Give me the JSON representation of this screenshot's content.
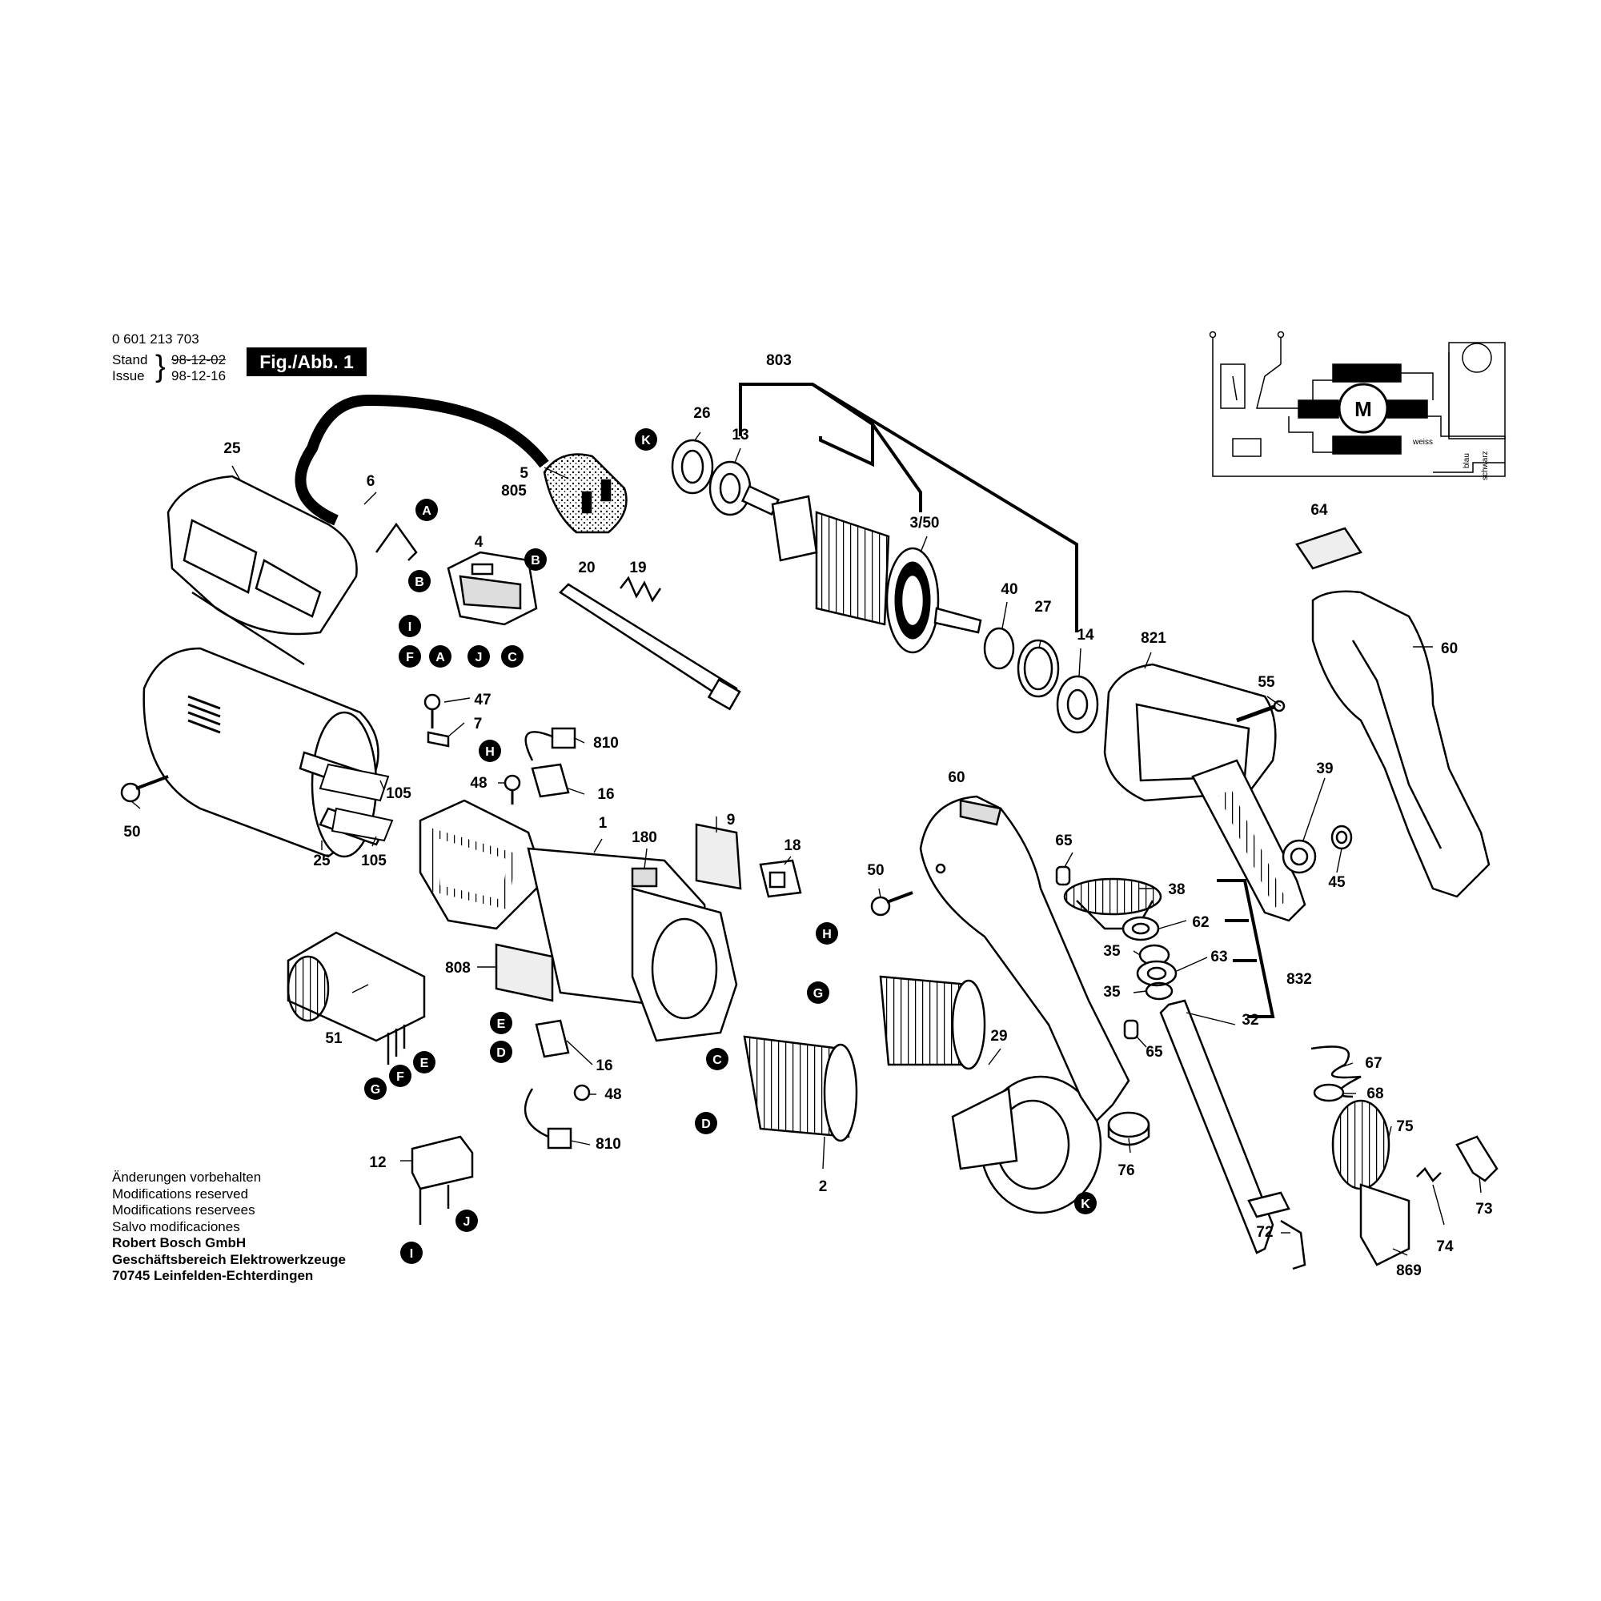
{
  "header": {
    "part_number": "0 601 213 703",
    "stand_label": "Stand",
    "stand_date": "98-12-02",
    "issue_label": "Issue",
    "issue_date": "98-12-16",
    "figure_label": "Fig./Abb. 1"
  },
  "notes": {
    "line_de": "Änderungen vorbehalten",
    "line_en": "Modifications reserved",
    "line_fr": "Modifications reservees",
    "line_es": "Salvo modificaciones",
    "company": "Robert Bosch GmbH",
    "division": "Geschäftsbereich Elektrowerkzeuge",
    "address": "70745 Leinfelden-Echterdingen"
  },
  "schematic": {
    "motor_symbol": "M",
    "wire_white": "weiss",
    "wire_blue": "blau",
    "wire_black": "schwarz"
  },
  "parts": {
    "p25a": "25",
    "p25b": "25",
    "p6": "6",
    "p5": "5",
    "p805": "805",
    "p4": "4",
    "p20": "20",
    "p19": "19",
    "p26": "26",
    "p13": "13",
    "p803": "803",
    "p350": "3/50",
    "p40": "40",
    "p27": "27",
    "p14": "14",
    "p821": "821",
    "p64": "64",
    "p60a": "60",
    "p60b": "60",
    "p55": "55",
    "p39": "39",
    "p45": "45",
    "p47": "47",
    "p7": "7",
    "p810a": "810",
    "p810b": "810",
    "p48a": "48",
    "p48b": "48",
    "p16a": "16",
    "p16b": "16",
    "p105a": "105",
    "p105b": "105",
    "p50a": "50",
    "p50b": "50",
    "p1": "1",
    "p180": "180",
    "p9": "9",
    "p18": "18",
    "p808": "808",
    "p51": "51",
    "p12": "12",
    "p2": "2",
    "p29": "29",
    "p65a": "65",
    "p65b": "65",
    "p38": "38",
    "p62": "62",
    "p63": "63",
    "p35a": "35",
    "p35b": "35",
    "p832": "832",
    "p32": "32",
    "p76": "76",
    "p67": "67",
    "p68": "68",
    "p75": "75",
    "p73": "73",
    "p74": "74",
    "p72": "72",
    "p869": "869"
  },
  "connectors": {
    "A1": "A",
    "A2": "A",
    "B1": "B",
    "B2": "B",
    "C1": "C",
    "C2": "C",
    "D1": "D",
    "D2": "D",
    "E1": "E",
    "E2": "E",
    "F1": "F",
    "F2": "F",
    "G1": "G",
    "G2": "G",
    "H1": "H",
    "H2": "H",
    "I1": "I",
    "I2": "I",
    "J1": "J",
    "J2": "J",
    "K1": "K",
    "K2": "K"
  }
}
